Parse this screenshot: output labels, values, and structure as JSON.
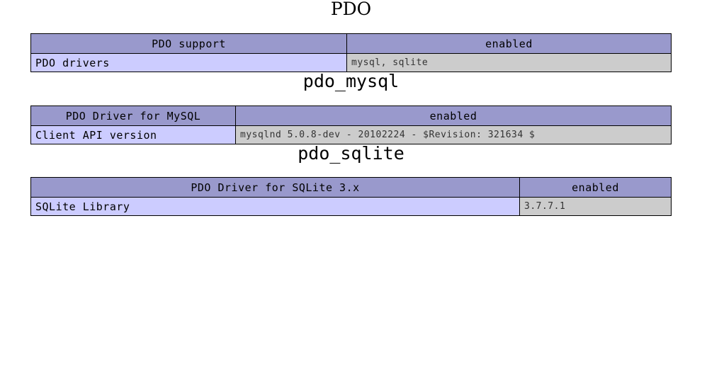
{
  "page": {
    "colors": {
      "header_bg": "#9999cc",
      "name_cell_bg": "#ccccff",
      "value_cell_bg": "#cccccc",
      "border": "#000000",
      "text": "#000000"
    }
  },
  "sections": [
    {
      "title": "PDO",
      "title_style": "serif",
      "header": {
        "left": "PDO support",
        "right": "enabled"
      },
      "rows": [
        {
          "name": "PDO drivers",
          "value": "mysql, sqlite"
        }
      ]
    },
    {
      "title": "pdo_mysql",
      "title_style": "mono",
      "header": {
        "left": "PDO Driver for MySQL",
        "right": "enabled"
      },
      "rows": [
        {
          "name": "Client API version",
          "value": "mysqlnd 5.0.8-dev - 20102224 - $Revision: 321634 $"
        }
      ]
    },
    {
      "title": "pdo_sqlite",
      "title_style": "mono",
      "header": {
        "left": "PDO Driver for SQLite 3.x",
        "right": "enabled"
      },
      "rows": [
        {
          "name": "SQLite Library",
          "value": "3.7.7.1"
        }
      ]
    }
  ]
}
